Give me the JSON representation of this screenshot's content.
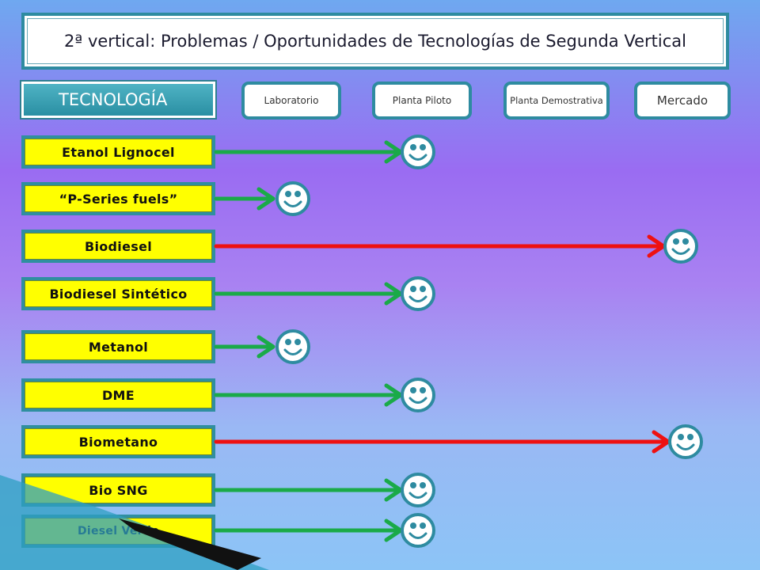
{
  "title": "2ª vertical: Problemas / Oportunidades de Tecnologías de Segunda Vertical",
  "header": "TECNOLOGÍA",
  "stages": [
    "Laboratorio",
    "Planta Piloto",
    "Planta Demostrativa",
    "Mercado"
  ],
  "colors": {
    "green": "#1aaa48",
    "red": "#ee1111",
    "teal": "#2e8ba0",
    "yellow": "#ffff00"
  },
  "technologies": [
    {
      "name": "Etanol Lignocel",
      "stage": "Planta Piloto",
      "color": "green",
      "icon": "smiley-icon"
    },
    {
      "name": "“P-Series fuels”",
      "stage": "Laboratorio",
      "color": "green",
      "icon": "smiley-icon"
    },
    {
      "name": "Biodiesel",
      "stage": "Mercado",
      "color": "red",
      "icon": "smiley-icon"
    },
    {
      "name": "Biodiesel Sintético",
      "stage": "Planta Piloto",
      "color": "green",
      "icon": "smiley-icon"
    },
    {
      "name": "Metanol",
      "stage": "Laboratorio",
      "color": "green",
      "icon": "smiley-icon"
    },
    {
      "name": "DME",
      "stage": "Planta Piloto",
      "color": "green",
      "icon": "smiley-icon"
    },
    {
      "name": "Biometano",
      "stage": "Mercado",
      "color": "red",
      "icon": "smiley-icon"
    },
    {
      "name": "Bio SNG",
      "stage": "Planta Piloto",
      "color": "green",
      "icon": "smiley-icon"
    },
    {
      "name": "Diesel Verde",
      "stage": "Planta Piloto",
      "color": "green",
      "icon": "smiley-icon"
    }
  ]
}
